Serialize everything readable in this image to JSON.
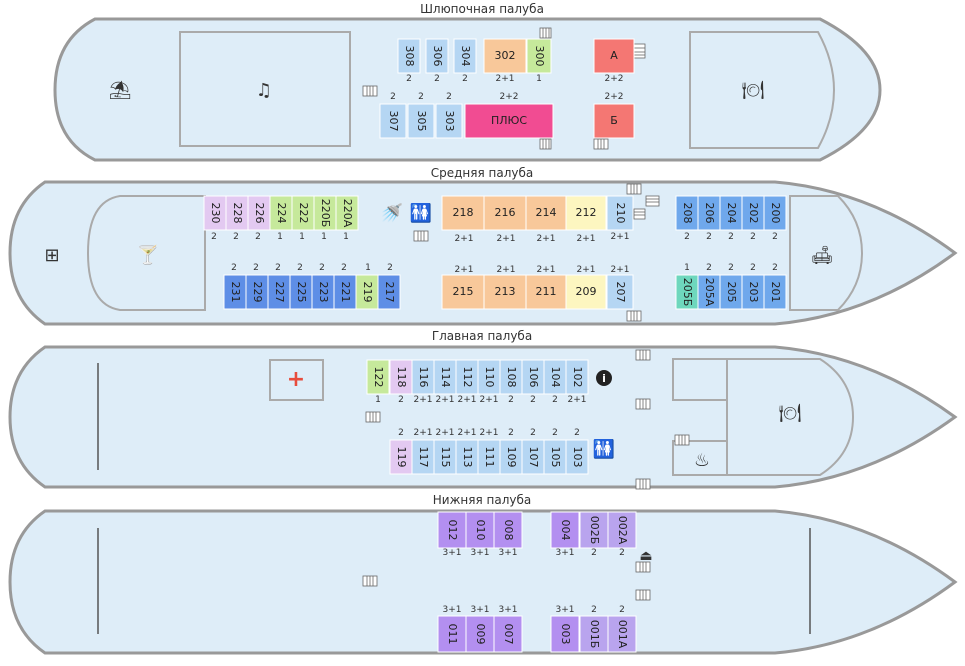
{
  "colors": {
    "blue_light": "#b5d6f3",
    "blue_mid": "#6fa8ec",
    "blue_dark": "#5e8ee6",
    "green": "#c6e99b",
    "green_teal": "#6ed7bd",
    "violet_light": "#e3c9f1",
    "violet_mid": "#b9a4ee",
    "purple": "#b38ff0",
    "orange": "#f8c89a",
    "yellow": "#fdf6c0",
    "magenta": "#f14c92",
    "red": "#f47773",
    "hull": "#deedf8"
  },
  "decks": {
    "boat": {
      "title": "Шлюпочная палуба"
    },
    "middle": {
      "title": "Средняя палуба"
    },
    "main": {
      "title": "Главная палуба"
    },
    "lower": {
      "title": "Нижняя палуба"
    }
  },
  "icons": {
    "beach": "umbrella-icon",
    "music": "music-icon",
    "restaurant": "restaurant-icon",
    "bar": "cocktail-icon",
    "cafe": "table-icon",
    "lounge": "sofa-icon",
    "shower": "shower-icon",
    "wc": "wc-icon",
    "medical": "medical-cross-icon",
    "info": "info-icon",
    "kitchen": "cooking-pot-icon",
    "laundry": "iron-icon"
  },
  "cabins": [
    {
      "id": "308",
      "label": "308",
      "cap": "2",
      "deck": "boat",
      "color": "blue_light",
      "rotated": true
    },
    {
      "id": "306",
      "label": "306",
      "cap": "2",
      "deck": "boat",
      "color": "blue_light",
      "rotated": true
    },
    {
      "id": "304",
      "label": "304",
      "cap": "2",
      "deck": "boat",
      "color": "blue_light",
      "rotated": true
    },
    {
      "id": "302",
      "label": "302",
      "cap": "2+1",
      "deck": "boat",
      "color": "orange",
      "rotated": false
    },
    {
      "id": "300",
      "label": "300",
      "cap": "1",
      "deck": "boat",
      "color": "green",
      "rotated": true
    },
    {
      "id": "A",
      "label": "А",
      "cap": "2+2",
      "deck": "boat",
      "color": "red",
      "rotated": false
    },
    {
      "id": "307",
      "label": "307",
      "cap": "2",
      "deck": "boat",
      "color": "blue_light",
      "rotated": true
    },
    {
      "id": "305",
      "label": "305",
      "cap": "2",
      "deck": "boat",
      "color": "blue_light",
      "rotated": true
    },
    {
      "id": "303",
      "label": "303",
      "cap": "2",
      "deck": "boat",
      "color": "blue_light",
      "rotated": true
    },
    {
      "id": "plus",
      "label": "ПЛЮС",
      "cap": "2+2",
      "deck": "boat",
      "color": "magenta",
      "rotated": false
    },
    {
      "id": "B",
      "label": "Б",
      "cap": "2+2",
      "deck": "boat",
      "color": "red",
      "rotated": false
    },
    {
      "id": "230",
      "label": "230",
      "cap": "2",
      "deck": "middle",
      "color": "violet_light",
      "rotated": true
    },
    {
      "id": "228",
      "label": "228",
      "cap": "2",
      "deck": "middle",
      "color": "violet_light",
      "rotated": true
    },
    {
      "id": "226",
      "label": "226",
      "cap": "2",
      "deck": "middle",
      "color": "violet_light",
      "rotated": true
    },
    {
      "id": "224",
      "label": "224",
      "cap": "1",
      "deck": "middle",
      "color": "green",
      "rotated": true
    },
    {
      "id": "222",
      "label": "222",
      "cap": "1",
      "deck": "middle",
      "color": "green",
      "rotated": true
    },
    {
      "id": "220b",
      "label": "220Б",
      "cap": "1",
      "deck": "middle",
      "color": "green",
      "rotated": true
    },
    {
      "id": "220a",
      "label": "220А",
      "cap": "1",
      "deck": "middle",
      "color": "green",
      "rotated": true
    },
    {
      "id": "231",
      "label": "231",
      "cap": "2",
      "deck": "middle",
      "color": "blue_dark",
      "rotated": true
    },
    {
      "id": "229",
      "label": "229",
      "cap": "2",
      "deck": "middle",
      "color": "blue_dark",
      "rotated": true
    },
    {
      "id": "227",
      "label": "227",
      "cap": "2",
      "deck": "middle",
      "color": "blue_dark",
      "rotated": true
    },
    {
      "id": "225",
      "label": "225",
      "cap": "2",
      "deck": "middle",
      "color": "blue_dark",
      "rotated": true
    },
    {
      "id": "223",
      "label": "223",
      "cap": "2",
      "deck": "middle",
      "color": "blue_dark",
      "rotated": true
    },
    {
      "id": "221",
      "label": "221",
      "cap": "2",
      "deck": "middle",
      "color": "blue_dark",
      "rotated": true
    },
    {
      "id": "219",
      "label": "219",
      "cap": "1",
      "deck": "middle",
      "color": "green",
      "rotated": true
    },
    {
      "id": "217",
      "label": "217",
      "cap": "2",
      "deck": "middle",
      "color": "blue_dark",
      "rotated": true
    },
    {
      "id": "218",
      "label": "218",
      "cap": "2+1",
      "deck": "middle",
      "color": "orange",
      "rotated": false
    },
    {
      "id": "216",
      "label": "216",
      "cap": "2+1",
      "deck": "middle",
      "color": "orange",
      "rotated": false
    },
    {
      "id": "214",
      "label": "214",
      "cap": "2+1",
      "deck": "middle",
      "color": "orange",
      "rotated": false
    },
    {
      "id": "212",
      "label": "212",
      "cap": "2+1",
      "deck": "middle",
      "color": "yellow",
      "rotated": false
    },
    {
      "id": "210",
      "label": "210",
      "cap": "2+1",
      "deck": "middle",
      "color": "blue_light",
      "rotated": true
    },
    {
      "id": "215",
      "label": "215",
      "cap": "2+1",
      "deck": "middle",
      "color": "orange",
      "rotated": false
    },
    {
      "id": "213",
      "label": "213",
      "cap": "2+1",
      "deck": "middle",
      "color": "orange",
      "rotated": false
    },
    {
      "id": "211",
      "label": "211",
      "cap": "2+1",
      "deck": "middle",
      "color": "orange",
      "rotated": false
    },
    {
      "id": "209",
      "label": "209",
      "cap": "2+1",
      "deck": "middle",
      "color": "yellow",
      "rotated": false
    },
    {
      "id": "207",
      "label": "207",
      "cap": "2+1",
      "deck": "middle",
      "color": "blue_light",
      "rotated": true
    },
    {
      "id": "208",
      "label": "208",
      "cap": "2",
      "deck": "middle",
      "color": "blue_mid",
      "rotated": true
    },
    {
      "id": "206",
      "label": "206",
      "cap": "2",
      "deck": "middle",
      "color": "blue_mid",
      "rotated": true
    },
    {
      "id": "204",
      "label": "204",
      "cap": "2",
      "deck": "middle",
      "color": "blue_mid",
      "rotated": true
    },
    {
      "id": "202",
      "label": "202",
      "cap": "2",
      "deck": "middle",
      "color": "blue_mid",
      "rotated": true
    },
    {
      "id": "200",
      "label": "200",
      "cap": "2",
      "deck": "middle",
      "color": "blue_mid",
      "rotated": true
    },
    {
      "id": "205b",
      "label": "205Б",
      "cap": "1",
      "deck": "middle",
      "color": "green_teal",
      "rotated": true
    },
    {
      "id": "205a",
      "label": "205А",
      "cap": "2",
      "deck": "middle",
      "color": "blue_mid",
      "rotated": true
    },
    {
      "id": "205",
      "label": "205",
      "cap": "2",
      "deck": "middle",
      "color": "blue_mid",
      "rotated": true
    },
    {
      "id": "203",
      "label": "203",
      "cap": "2",
      "deck": "middle",
      "color": "blue_mid",
      "rotated": true
    },
    {
      "id": "201",
      "label": "201",
      "cap": "2",
      "deck": "middle",
      "color": "blue_mid",
      "rotated": true
    },
    {
      "id": "122",
      "label": "122",
      "cap": "1",
      "deck": "main",
      "color": "green",
      "rotated": true
    },
    {
      "id": "118",
      "label": "118",
      "cap": "2",
      "deck": "main",
      "color": "violet_light",
      "rotated": true
    },
    {
      "id": "116",
      "label": "116",
      "cap": "2+1",
      "deck": "main",
      "color": "blue_light",
      "rotated": true
    },
    {
      "id": "114",
      "label": "114",
      "cap": "2+1",
      "deck": "main",
      "color": "blue_light",
      "rotated": true
    },
    {
      "id": "112",
      "label": "112",
      "cap": "2+1",
      "deck": "main",
      "color": "blue_light",
      "rotated": true
    },
    {
      "id": "110",
      "label": "110",
      "cap": "2+1",
      "deck": "main",
      "color": "blue_light",
      "rotated": true
    },
    {
      "id": "108",
      "label": "108",
      "cap": "2",
      "deck": "main",
      "color": "blue_light",
      "rotated": true
    },
    {
      "id": "106",
      "label": "106",
      "cap": "2",
      "deck": "main",
      "color": "blue_light",
      "rotated": true
    },
    {
      "id": "104",
      "label": "104",
      "cap": "2",
      "deck": "main",
      "color": "blue_light",
      "rotated": true
    },
    {
      "id": "102",
      "label": "102",
      "cap": "2+1",
      "deck": "main",
      "color": "blue_light",
      "rotated": true
    },
    {
      "id": "119",
      "label": "119",
      "cap": "2",
      "deck": "main",
      "color": "violet_light",
      "rotated": true
    },
    {
      "id": "117",
      "label": "117",
      "cap": "2+1",
      "deck": "main",
      "color": "blue_light",
      "rotated": true
    },
    {
      "id": "115",
      "label": "115",
      "cap": "2+1",
      "deck": "main",
      "color": "blue_light",
      "rotated": true
    },
    {
      "id": "113",
      "label": "113",
      "cap": "2+1",
      "deck": "main",
      "color": "blue_light",
      "rotated": true
    },
    {
      "id": "111",
      "label": "111",
      "cap": "2+1",
      "deck": "main",
      "color": "blue_light",
      "rotated": true
    },
    {
      "id": "109",
      "label": "109",
      "cap": "2",
      "deck": "main",
      "color": "blue_light",
      "rotated": true
    },
    {
      "id": "107",
      "label": "107",
      "cap": "2",
      "deck": "main",
      "color": "blue_light",
      "rotated": true
    },
    {
      "id": "105",
      "label": "105",
      "cap": "2",
      "deck": "main",
      "color": "blue_light",
      "rotated": true
    },
    {
      "id": "103",
      "label": "103",
      "cap": "2",
      "deck": "main",
      "color": "blue_light",
      "rotated": true
    },
    {
      "id": "012",
      "label": "012",
      "cap": "3+1",
      "deck": "lower",
      "color": "purple",
      "rotated": true
    },
    {
      "id": "010",
      "label": "010",
      "cap": "3+1",
      "deck": "lower",
      "color": "purple",
      "rotated": true
    },
    {
      "id": "008",
      "label": "008",
      "cap": "3+1",
      "deck": "lower",
      "color": "purple",
      "rotated": true
    },
    {
      "id": "004",
      "label": "004",
      "cap": "3+1",
      "deck": "lower",
      "color": "purple",
      "rotated": true
    },
    {
      "id": "002b",
      "label": "002Б",
      "cap": "2",
      "deck": "lower",
      "color": "violet_mid",
      "rotated": true
    },
    {
      "id": "002a",
      "label": "002А",
      "cap": "2",
      "deck": "lower",
      "color": "violet_mid",
      "rotated": true
    },
    {
      "id": "011",
      "label": "011",
      "cap": "3+1",
      "deck": "lower",
      "color": "purple",
      "rotated": true
    },
    {
      "id": "009",
      "label": "009",
      "cap": "3+1",
      "deck": "lower",
      "color": "purple",
      "rotated": true
    },
    {
      "id": "007",
      "label": "007",
      "cap": "3+1",
      "deck": "lower",
      "color": "purple",
      "rotated": true
    },
    {
      "id": "003",
      "label": "003",
      "cap": "3+1",
      "deck": "lower",
      "color": "purple",
      "rotated": true
    },
    {
      "id": "001b",
      "label": "001Б",
      "cap": "2",
      "deck": "lower",
      "color": "violet_mid",
      "rotated": true
    },
    {
      "id": "001a",
      "label": "001А",
      "cap": "2",
      "deck": "lower",
      "color": "violet_mid",
      "rotated": true
    }
  ]
}
